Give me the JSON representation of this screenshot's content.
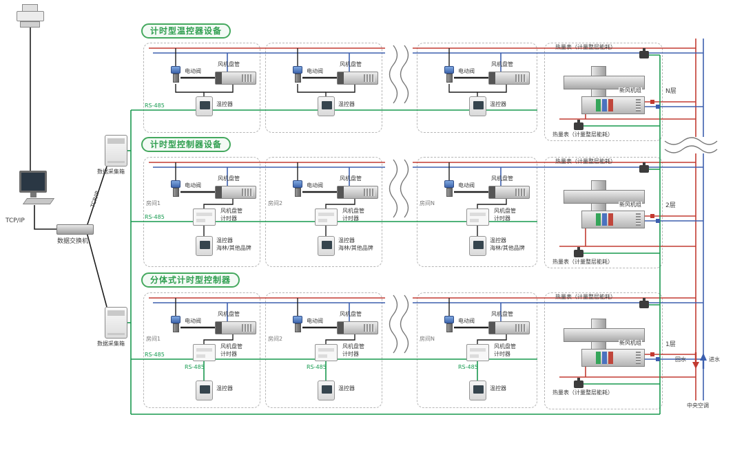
{
  "left": {
    "tcp_ip": "TCP/IP",
    "tcp_ip_link": "TCP/IP",
    "switch": "数据交换机",
    "daq_top": "数据采集箱",
    "daq_bottom": "数据采集箱"
  },
  "sections": [
    {
      "title": "计时型温控器设备",
      "rs485": "RS-485",
      "rooms": [
        {
          "valve": "电动阀",
          "fancoil": "风机盘管",
          "thermostat": "温控器"
        },
        {
          "valve": "电动阀",
          "fancoil": "风机盘管",
          "thermostat": "温控器"
        },
        {
          "valve": "电动阀",
          "fancoil": "风机盘管",
          "thermostat": "温控器"
        }
      ],
      "floor": {
        "meter_top": "热量表（计量整层能耗）",
        "ahu": "新风机组",
        "meter_bottom": "热量表（计量整层能耗）",
        "name": "N层"
      }
    },
    {
      "title": "计时型控制器设备",
      "rs485": "RS-485",
      "rooms": [
        {
          "name": "房间1",
          "valve": "电动阀",
          "fancoil": "风机盘管",
          "timer_line1": "风机盘管",
          "timer_line2": "计时器",
          "thermostat": "温控器",
          "thermostat_brand": "海林/其他品牌"
        },
        {
          "name": "房间2",
          "valve": "电动阀",
          "fancoil": "风机盘管",
          "timer_line1": "风机盘管",
          "timer_line2": "计时器",
          "thermostat": "温控器",
          "thermostat_brand": "海林/其他品牌"
        },
        {
          "name": "房间N",
          "valve": "电动阀",
          "fancoil": "风机盘管",
          "timer_line1": "风机盘管",
          "timer_line2": "计时器",
          "thermostat": "温控器",
          "thermostat_brand": "海林/其他品牌"
        }
      ],
      "floor": {
        "meter_top": "热量表（计量整层能耗）",
        "ahu": "新风机组",
        "meter_bottom": "热量表（计量整层能耗）",
        "name": "2层"
      }
    },
    {
      "title": "分体式计时型控制器",
      "rs485": "RS-485",
      "rooms": [
        {
          "name": "房间1",
          "valve": "电动阀",
          "fancoil": "风机盘管",
          "timer_line1": "风机盘管",
          "timer_line2": "计时器",
          "rs485": "RS-485",
          "thermostat": "温控器"
        },
        {
          "name": "房间2",
          "valve": "电动阀",
          "fancoil": "风机盘管",
          "timer_line1": "风机盘管",
          "timer_line2": "计时器",
          "rs485": "RS-485",
          "thermostat": "温控器"
        },
        {
          "name": "房间N",
          "valve": "电动阀",
          "fancoil": "风机盘管",
          "timer_line1": "风机盘管",
          "timer_line2": "计时器",
          "rs485": "RS-485",
          "thermostat": "温控器"
        }
      ],
      "floor": {
        "meter_top": "热量表（计量整层能耗）",
        "ahu": "新风机组",
        "meter_bottom": "热量表（计量整层能耗）",
        "name": "1层"
      }
    }
  ],
  "plant": {
    "return_water": "回水",
    "supply_water": "进水",
    "central_ac": "中央空调"
  }
}
